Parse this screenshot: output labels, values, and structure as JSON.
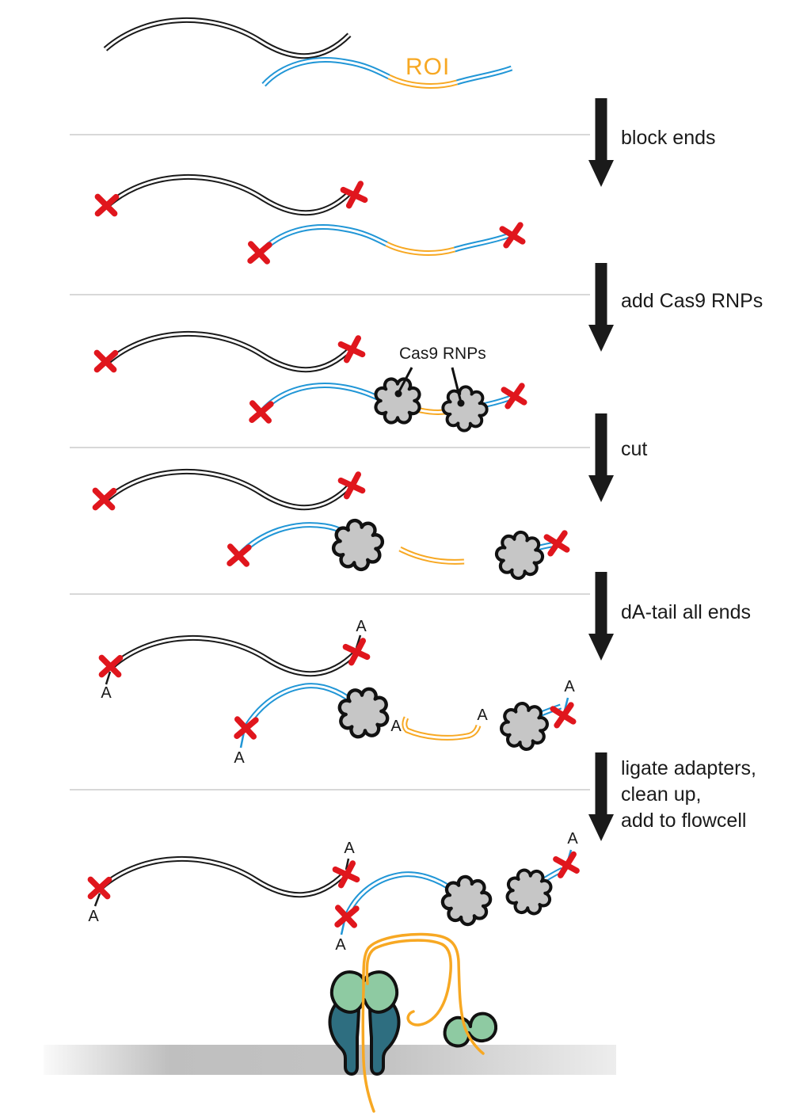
{
  "figure": {
    "roi_label": "ROI",
    "cas9_label": "Cas9 RNPs",
    "a_tail_label": "A"
  },
  "steps": [
    {
      "label": "block ends"
    },
    {
      "label": "add Cas9 RNPs"
    },
    {
      "label": "cut"
    },
    {
      "label": "dA-tail all ends"
    },
    {
      "lines": [
        "ligate adapters,",
        "clean up,",
        "add to flowcell"
      ]
    }
  ],
  "colors": {
    "genomic_dna": "#1a1a1a",
    "target_dna": "#2196d6",
    "roi": "#f7a823",
    "blocked_end_x": "#e0161d",
    "cas9_rnp": "#c6c6c6",
    "nanopore": "#2e6e80",
    "motor_protein": "#8ecaa2",
    "membrane": "#c9c9c9",
    "divider": "#d8d8d8"
  }
}
